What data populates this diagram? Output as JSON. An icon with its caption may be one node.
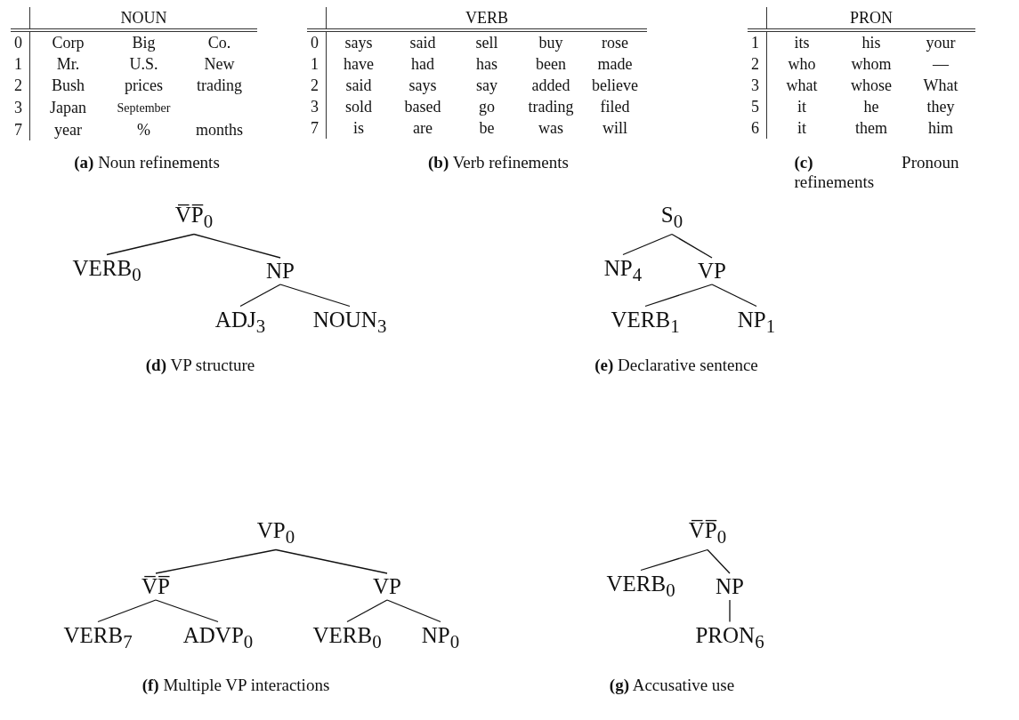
{
  "diagram": {
    "nodes": [
      {
        "text": [
          "V̅P̅$_{0}$"
        ]
      },
      {
        "text": [
          "VERB$_{0}$"
        ]
      },
      {
        "text": [
          "NP"
        ]
      },
      {
        "text": [
          "ADJ$_{3}$"
        ]
      },
      {
        "text": [
          "NOUN$_{3}$"
        ]
      },
      {
        "text": [
          "S$_{0}$"
        ]
      },
      {
        "text": [
          "NP$_{4}$"
        ]
      },
      {
        "text": [
          "VP"
        ]
      },
      {
        "text": [
          "VERB$_{1}$"
        ]
      },
      {
        "text": [
          "NP$_{1}$"
        ]
      },
      {
        "text": [
          "VP$_{0}$"
        ]
      },
      {
        "text": [
          "V̅P̅"
        ]
      },
      {
        "text": [
          "VP"
        ]
      },
      {
        "text": [
          "VERB$_{7}$"
        ]
      },
      {
        "text": [
          "ADVP$_{0}$"
        ]
      },
      {
        "text": [
          "VERB$_{0}$"
        ]
      },
      {
        "text": [
          "NP$_{0}$"
        ]
      },
      {
        "text": [
          "V̅P̅$_{0}$"
        ]
      },
      {
        "text": [
          "VERB$_{0}$"
        ]
      },
      {
        "text": [
          "NP"
        ]
      },
      {
        "text": [
          "PRON$_{6}$"
        ]
      }
    ],
    "edges": [
      {
        "from": 0,
        "to": 1,
        "arrow": "none"
      },
      {
        "from": 0,
        "to": 2,
        "arrow": "none"
      },
      {
        "from": 2,
        "to": 3,
        "arrow": "none"
      },
      {
        "from": 2,
        "to": 4,
        "arrow": "none"
      },
      {
        "from": 5,
        "to": 6,
        "arrow": "none"
      },
      {
        "from": 5,
        "to": 7,
        "arrow": "none"
      },
      {
        "from": 7,
        "to": 8,
        "arrow": "none"
      },
      {
        "from": 7,
        "to": 9,
        "arrow": "none"
      },
      {
        "from": 10,
        "to": 11,
        "arrow": "none"
      },
      {
        "from": 10,
        "to": 12,
        "arrow": "none"
      },
      {
        "from": 11,
        "to": 13,
        "arrow": "none"
      },
      {
        "from": 11,
        "to": 14,
        "arrow": "none"
      },
      {
        "from": 12,
        "to": 15,
        "arrow": "none"
      },
      {
        "from": 12,
        "to": 16,
        "arrow": "none"
      },
      {
        "from": 17,
        "to": 18,
        "arrow": "none"
      },
      {
        "from": 17,
        "to": 19,
        "arrow": "none"
      },
      {
        "from": 19,
        "to": 20,
        "arrow": "none"
      }
    ],
    "labels": [
      "NOUN",
      "0",
      "Corp",
      "Big",
      "Co.",
      "1",
      "Mr.",
      "U.S.",
      "New",
      "2",
      "Bush",
      "prices",
      "trading",
      "3",
      "Japan",
      "September",
      "7",
      "year",
      "%",
      "months",
      "VERB",
      "0",
      "says",
      "said",
      "sell",
      "buy",
      "rose",
      "1",
      "have",
      "had",
      "has",
      "been",
      "made",
      "2",
      "said",
      "says",
      "say",
      "added",
      "believe",
      "3",
      "sold",
      "based",
      "go",
      "trading",
      "filed",
      "7",
      "is",
      "are",
      "be",
      "was",
      "will",
      "PRON",
      "1",
      "its",
      "his",
      "your",
      "2",
      "who",
      "whom",
      "—",
      "3",
      "what",
      "whose",
      "What",
      "5",
      "it",
      "he",
      "they",
      "6",
      "it",
      "them",
      "him",
      "**(a)** Noun refinements",
      "**(b)** Verb refinements",
      "**(c)** Pronoun refinements",
      "**(d)** VP structure",
      "**(e)** Declarative sentence",
      "**(f)** Multiple VP interactions",
      "**(g)** Accusative use"
    ]
  }
}
